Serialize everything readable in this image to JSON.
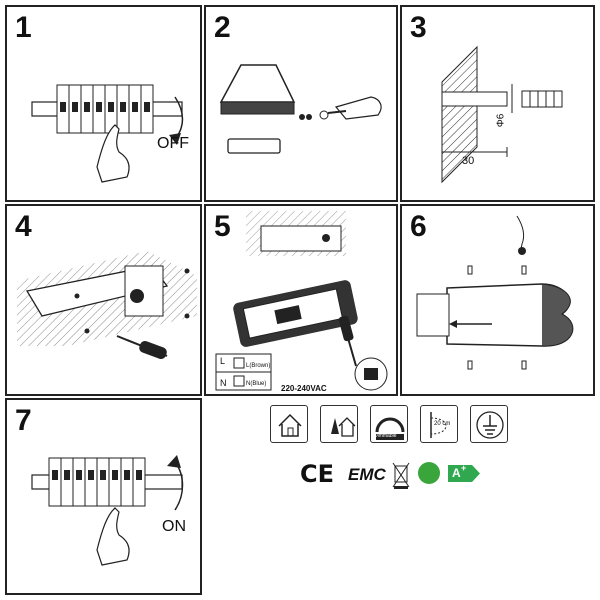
{
  "steps": [
    {
      "number": "1",
      "label": "OFF"
    },
    {
      "number": "2"
    },
    {
      "number": "3",
      "dim_depth": "30",
      "dim_diameter": "Φ6"
    },
    {
      "number": "4"
    },
    {
      "number": "5",
      "wire_L": "L",
      "wire_L_color": "L(Brown)",
      "wire_N": "N",
      "wire_N_color": "N(Blue)",
      "voltage": "220-240VAC"
    },
    {
      "number": "6"
    },
    {
      "number": "7",
      "label": "ON"
    }
  ],
  "icons": {
    "dimmable": "Dimmable",
    "distance": "20 cm"
  },
  "certifications": {
    "ce": "CE",
    "emc": "EMC",
    "energy_class": "A",
    "energy_plus": "+"
  }
}
